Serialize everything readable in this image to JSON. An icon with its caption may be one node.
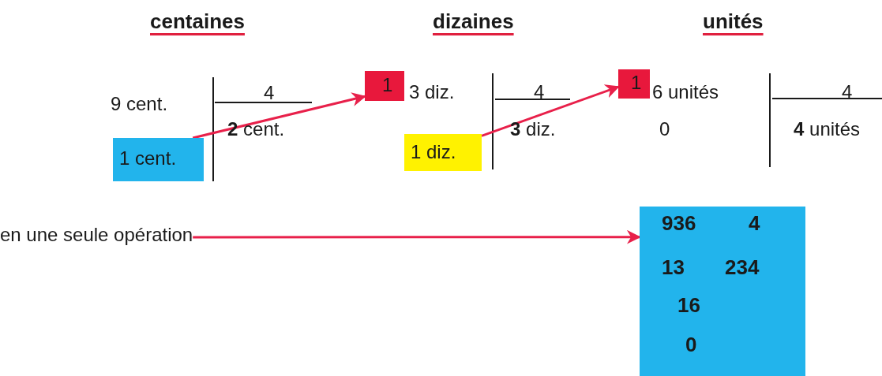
{
  "diagram": {
    "nodes": [
      {
        "text": [
          "1 cent."
        ]
      },
      {
        "text": [
          "1"
        ]
      },
      {
        "text": [
          "1 diz."
        ]
      },
      {
        "text": [
          "1"
        ]
      },
      {
        "text": [
          "en une seule opération"
        ]
      },
      {
        "text": [
          "936",
          "4",
          "13",
          "234",
          "16",
          "0"
        ]
      }
    ],
    "edges": [
      {
        "from": 0,
        "to": 1,
        "arrow": "to"
      },
      {
        "from": 2,
        "to": 3,
        "arrow": "to"
      },
      {
        "from": 4,
        "to": 5,
        "arrow": "to"
      }
    ],
    "labels": [
      "centaines",
      "dizaines",
      "unités",
      "9 cent.",
      "4",
      "**2** cent.",
      "3 diz.",
      "4",
      "**3** diz.",
      "6 unités",
      "4",
      "0",
      "**4** unités"
    ]
  }
}
